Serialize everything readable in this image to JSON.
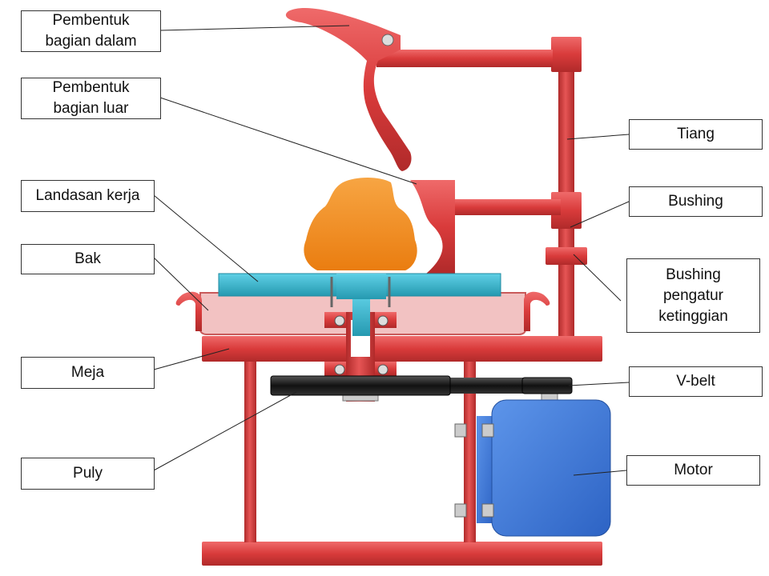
{
  "labels": {
    "pembentuk_dalam": [
      "Pembentuk",
      "bagian dalam"
    ],
    "pembentuk_luar": [
      "Pembentuk",
      "bagian luar"
    ],
    "landasan_kerja": "Landasan kerja",
    "bak": "Bak",
    "meja": "Meja",
    "puly": "Puly",
    "tiang": "Tiang",
    "bushing": "Bushing",
    "bushing_pengatur": [
      "Bushing",
      "pengatur",
      "ketinggian"
    ],
    "v_belt": "V-belt",
    "motor": "Motor"
  },
  "colors": {
    "frame": "#d93b3b",
    "frame_dark": "#a82424",
    "workpiece": "#f28c1e",
    "anvil": "#33b3cc",
    "tub": "#f2c2c2",
    "motor": "#3c78d8",
    "belt": "#111111",
    "bolt": "#cccccc"
  }
}
